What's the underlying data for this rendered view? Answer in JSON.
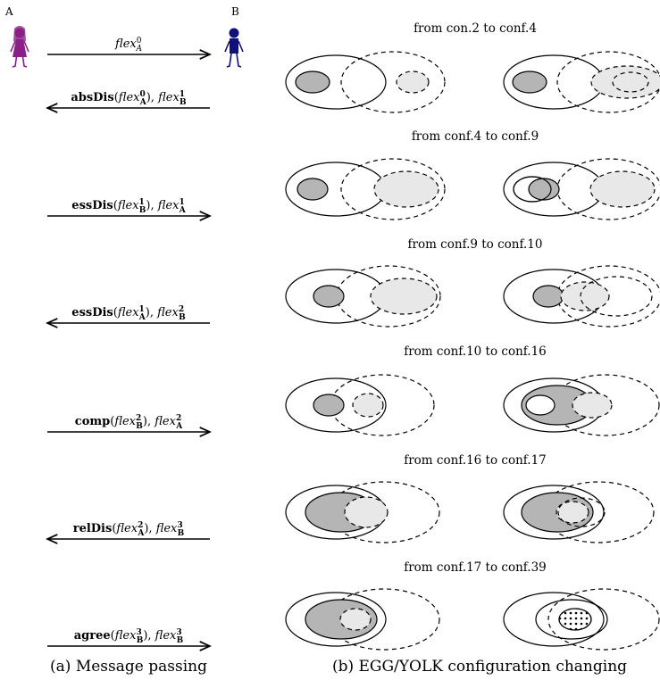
{
  "agents": {
    "a": "A",
    "b": "B"
  },
  "colors": {
    "agent_a": "#8a1f86",
    "agent_b": "#10107a",
    "egg_fill": "#b5b5b5",
    "yolk_fill": "#e8e8e8"
  },
  "messages": [
    {
      "dir": "right",
      "fn": "",
      "arg": "flex",
      "arg_sup": "0",
      "arg_sub": "A",
      "tail": ""
    },
    {
      "dir": "left",
      "fn": "absDis",
      "arg": "flex",
      "arg_sup": "0",
      "arg_sub": "A",
      "tail_base": "flex",
      "tail_sup": "1",
      "tail_sub": "B"
    },
    {
      "dir": "right",
      "fn": "essDis",
      "arg": "flex",
      "arg_sup": "1",
      "arg_sub": "B",
      "tail_base": "flex",
      "tail_sup": "1",
      "tail_sub": "A"
    },
    {
      "dir": "left",
      "fn": "essDis",
      "arg": "flex",
      "arg_sup": "1",
      "arg_sub": "A",
      "tail_base": "flex",
      "tail_sup": "2",
      "tail_sub": "B"
    },
    {
      "dir": "right",
      "fn": "comp",
      "arg": "flex",
      "arg_sup": "2",
      "arg_sub": "B",
      "tail_base": "flex",
      "tail_sup": "2",
      "tail_sub": "A"
    },
    {
      "dir": "left",
      "fn": "relDis",
      "arg": "flex",
      "arg_sup": "2",
      "arg_sub": "A",
      "tail_base": "flex",
      "tail_sup": "3",
      "tail_sub": "B"
    },
    {
      "dir": "right",
      "fn": "agree",
      "arg": "flex",
      "arg_sup": "3",
      "arg_sub": "B",
      "tail_base": "flex",
      "tail_sup": "3",
      "tail_sub": "B"
    }
  ],
  "transitions": [
    "from con.2 to conf.4",
    "from conf.4 to conf.9",
    "from conf.9 to conf.10",
    "from conf.10 to conf.16",
    "from conf.16 to conf.17",
    "from conf.17 to conf.39"
  ],
  "captions": {
    "left": "(a) Message passing",
    "right": "(b) EGG/YOLK configuration changing"
  }
}
